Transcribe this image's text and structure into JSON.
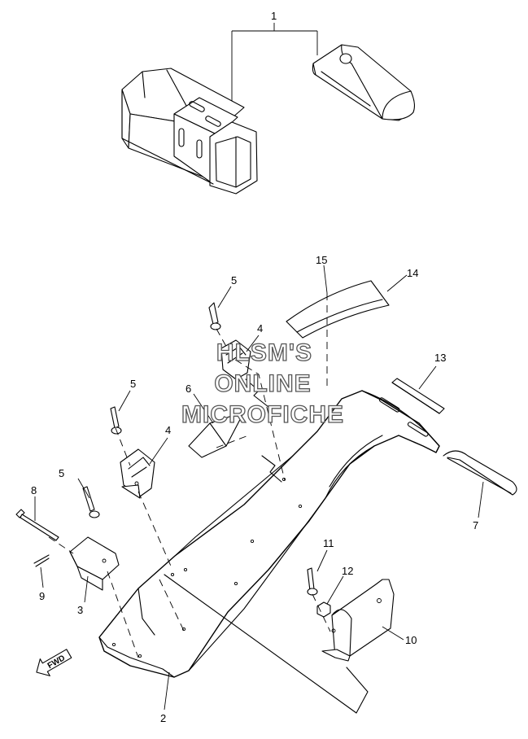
{
  "callouts": {
    "c1": "1",
    "c2": "2",
    "c3": "3",
    "c4a": "4",
    "c4b": "4",
    "c5a": "5",
    "c5b": "5",
    "c5c": "5",
    "c6": "6",
    "c7": "7",
    "c8": "8",
    "c9": "9",
    "c10": "10",
    "c11": "11",
    "c12": "12",
    "c13": "13",
    "c14": "14",
    "c15": "15"
  },
  "watermark": {
    "line1": "HLSM'S",
    "line2": "ONLINE",
    "line3": "MICROFICHE"
  },
  "direction_badge": {
    "label": "FWD",
    "icon": "fwd-arrow-icon"
  },
  "colors": {
    "line": "#000000",
    "background": "#ffffff",
    "watermark_outline": "#555555"
  }
}
